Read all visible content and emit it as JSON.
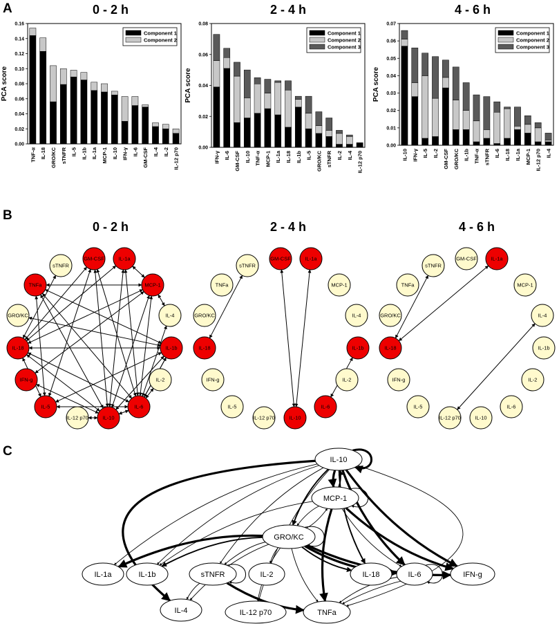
{
  "panel_labels": {
    "a": "A",
    "b": "B",
    "c": "C"
  },
  "colors": {
    "component1": "#000000",
    "component2": "#c8c8c8",
    "component3": "#5a5a5a",
    "node_active": "#ee0000",
    "node_idle": "#fffacd"
  },
  "chart_data": [
    {
      "type": "bar",
      "stacked": true,
      "title": "0 - 2 h",
      "ylabel": "PCA score",
      "ylim": [
        0,
        0.16
      ],
      "yticks": [
        "0.00",
        "0.02",
        "0.04",
        "0.06",
        "0.08",
        "0.10",
        "0.12",
        "0.14",
        "0.16"
      ],
      "legend_position": "top-right",
      "categories": [
        "TNF-α",
        "IL-18",
        "GRO/KC",
        "sTNFR",
        "IL-5",
        "IL-1b",
        "IL-1a",
        "MCP-1",
        "IL-10",
        "IFN-γ",
        "IL-6",
        "GM-CSF",
        "IL-4",
        "IL-2",
        "IL-12 p70"
      ],
      "series": [
        {
          "name": "Component 1",
          "values": [
            0.144,
            0.123,
            0.056,
            0.079,
            0.089,
            0.085,
            0.071,
            0.069,
            0.065,
            0.03,
            0.051,
            0.049,
            0.023,
            0.02,
            0.014
          ]
        },
        {
          "name": "Component 2",
          "values": [
            0.01,
            0.018,
            0.048,
            0.021,
            0.009,
            0.01,
            0.011,
            0.011,
            0.005,
            0.033,
            0.012,
            0.003,
            0.005,
            0.006,
            0.006
          ]
        }
      ]
    },
    {
      "type": "bar",
      "stacked": true,
      "title": "2 - 4 h",
      "ylabel": "PCA score",
      "ylim": [
        0,
        0.08
      ],
      "yticks": [
        "0.00",
        "0.02",
        "0.04",
        "0.06",
        "0.08"
      ],
      "legend_position": "top-right",
      "categories": [
        "IFN-γ",
        "IL-6",
        "GM-CSF",
        "IL-10",
        "TNF-α",
        "MCP-1",
        "IL-1a",
        "IL-18",
        "IL-1b",
        "IL-5",
        "GRO/KC",
        "sTNFR",
        "IL-2",
        "IL-4",
        "IL-12 p70"
      ],
      "series": [
        {
          "name": "Component 1",
          "values": [
            0.039,
            0.051,
            0.016,
            0.019,
            0.022,
            0.025,
            0.021,
            0.013,
            0.026,
            0.012,
            0.009,
            0.007,
            0.002,
            0.002,
            0.003
          ]
        },
        {
          "name": "Component 2",
          "values": [
            0.017,
            0.007,
            0.03,
            0.013,
            0.019,
            0.01,
            0.021,
            0.024,
            0.005,
            0.01,
            0.005,
            0.004,
            0.007,
            0.005,
            0.0
          ]
        },
        {
          "name": "Component 3",
          "values": [
            0.017,
            0.006,
            0.009,
            0.018,
            0.004,
            0.009,
            0.001,
            0.006,
            0.002,
            0.011,
            0.009,
            0.008,
            0.002,
            0.001,
            0.0
          ]
        }
      ]
    },
    {
      "type": "bar",
      "stacked": true,
      "title": "4 - 6 h",
      "ylabel": "PCA score",
      "ylim": [
        0,
        0.07
      ],
      "yticks": [
        "0.00",
        "0.01",
        "0.02",
        "0.03",
        "0.04",
        "0.05",
        "0.06",
        "0.07"
      ],
      "legend_position": "top-right",
      "categories": [
        "IL-10",
        "IFN-γ",
        "IL-5",
        "IL-2",
        "GM-CSF",
        "GRO/KC",
        "IL-1b",
        "TNF-α",
        "sTNFR",
        "IL-6",
        "IL-18",
        "IL-1a",
        "MCP-1",
        "IL-12 p70",
        "IL-4"
      ],
      "series": [
        {
          "name": "Component 1",
          "values": [
            0.057,
            0.028,
            0.004,
            0.005,
            0.033,
            0.009,
            0.009,
            0.002,
            0.004,
            0.001,
            0.004,
            0.009,
            0.007,
            0.002,
            0.002
          ]
        },
        {
          "name": "Component 2",
          "values": [
            0.004,
            0.008,
            0.036,
            0.022,
            0.006,
            0.017,
            0.011,
            0.012,
            0.005,
            0.018,
            0.017,
            0.002,
            0.005,
            0.008,
            0.001
          ]
        },
        {
          "name": "Component 3",
          "values": [
            0.005,
            0.02,
            0.013,
            0.024,
            0.01,
            0.019,
            0.016,
            0.015,
            0.019,
            0.006,
            0.001,
            0.011,
            0.005,
            0.003,
            0.004
          ]
        }
      ]
    }
  ],
  "networks": [
    {
      "title": "0 - 2 h",
      "nodes": [
        {
          "id": "sTNFR",
          "label": "sTNFR",
          "active": false
        },
        {
          "id": "GM-CSF",
          "label": "GM-CSF",
          "active": true
        },
        {
          "id": "IL-1a",
          "label": "IL-1a",
          "active": true
        },
        {
          "id": "TNFa",
          "label": "TNFa",
          "active": true
        },
        {
          "id": "MCP-1",
          "label": "MCP-1",
          "active": true
        },
        {
          "id": "GRO/KC",
          "label": "GRO/KC",
          "active": false
        },
        {
          "id": "IL-4",
          "label": "IL-4",
          "active": false
        },
        {
          "id": "IL-18",
          "label": "IL-18",
          "active": true
        },
        {
          "id": "IL-1b",
          "label": "IL-1b",
          "active": true
        },
        {
          "id": "IFN-g",
          "label": "IFN-g",
          "active": true
        },
        {
          "id": "IL-2",
          "label": "IL-2",
          "active": false
        },
        {
          "id": "IL-5",
          "label": "IL-5",
          "active": true
        },
        {
          "id": "IL-6",
          "label": "IL-6",
          "active": true
        },
        {
          "id": "IL-12 p70",
          "label": "IL-12 p70",
          "active": false
        },
        {
          "id": "IL-10",
          "label": "IL-10",
          "active": true
        }
      ],
      "edges": [
        [
          "TNFa",
          "MCP-1"
        ],
        [
          "TNFa",
          "IL-1b"
        ],
        [
          "TNFa",
          "IL-6"
        ],
        [
          "TNFa",
          "IL-10"
        ],
        [
          "TNFa",
          "IL-5"
        ],
        [
          "GM-CSF",
          "IL-10"
        ],
        [
          "GM-CSF",
          "IL-6"
        ],
        [
          "GM-CSF",
          "IL-18"
        ],
        [
          "GM-CSF",
          "IL-5"
        ],
        [
          "IL-1a",
          "IL-10"
        ],
        [
          "IL-1a",
          "IL-6"
        ],
        [
          "IL-1a",
          "IL-18"
        ],
        [
          "IL-1a",
          "MCP-1"
        ],
        [
          "MCP-1",
          "IL-18"
        ],
        [
          "MCP-1",
          "IL-10"
        ],
        [
          "MCP-1",
          "IL-6"
        ],
        [
          "MCP-1",
          "IL-4"
        ],
        [
          "IL-18",
          "IL-1b"
        ],
        [
          "IL-18",
          "IL-6"
        ],
        [
          "IL-18",
          "IL-10"
        ],
        [
          "IL-18",
          "IL-5"
        ],
        [
          "IL-1b",
          "IL-10"
        ],
        [
          "IL-1b",
          "IL-6"
        ],
        [
          "IL-1b",
          "IL-5"
        ],
        [
          "IL-1b",
          "GRO/KC"
        ],
        [
          "IFN-g",
          "IL-10"
        ],
        [
          "IFN-g",
          "MCP-1"
        ],
        [
          "IL-5",
          "IL-6"
        ],
        [
          "IL-4",
          "IL-6"
        ],
        [
          "IL-10",
          "IL-6"
        ],
        [
          "IL-12 p70",
          "IL-10"
        ],
        [
          "IL-2",
          "IL-6"
        ],
        [
          "sTNFR",
          "IL-18"
        ],
        [
          "IL-6",
          "IL-1b"
        ]
      ]
    },
    {
      "title": "2 - 4 h",
      "nodes": [
        {
          "id": "sTNFR",
          "label": "sTNFR",
          "active": false
        },
        {
          "id": "GM-CSF",
          "label": "GM-CSF",
          "active": true
        },
        {
          "id": "IL-1a",
          "label": "IL-1a",
          "active": true
        },
        {
          "id": "TNFa",
          "label": "TNFa",
          "active": false
        },
        {
          "id": "MCP-1",
          "label": "MCP-1",
          "active": false
        },
        {
          "id": "GRO/KC",
          "label": "GRO/KC",
          "active": false
        },
        {
          "id": "IL-4",
          "label": "IL-4",
          "active": false
        },
        {
          "id": "IL-18",
          "label": "IL-18",
          "active": true
        },
        {
          "id": "IL-1b",
          "label": "IL-1b",
          "active": true
        },
        {
          "id": "IFN-g",
          "label": "IFN-g",
          "active": false
        },
        {
          "id": "IL-2",
          "label": "IL-2",
          "active": false
        },
        {
          "id": "IL-5",
          "label": "IL-5",
          "active": false
        },
        {
          "id": "IL-6",
          "label": "IL-6",
          "active": true
        },
        {
          "id": "IL-12 p70",
          "label": "IL-12 p70",
          "active": false
        },
        {
          "id": "IL-10",
          "label": "IL-10",
          "active": true
        }
      ],
      "edges": [
        [
          "sTNFR",
          "IL-18"
        ],
        [
          "GM-CSF",
          "IL-10"
        ],
        [
          "IL-1a",
          "IL-10"
        ],
        [
          "IL-1b",
          "IL-6"
        ]
      ]
    },
    {
      "title": "4 - 6 h",
      "nodes": [
        {
          "id": "sTNFR",
          "label": "sTNFR",
          "active": false
        },
        {
          "id": "GM-CSF",
          "label": "GM-CSF",
          "active": false
        },
        {
          "id": "IL-1a",
          "label": "IL-1a",
          "active": true
        },
        {
          "id": "TNFa",
          "label": "TNFa",
          "active": false
        },
        {
          "id": "MCP-1",
          "label": "MCP-1",
          "active": false
        },
        {
          "id": "GRO/KC",
          "label": "GRO/KC",
          "active": false
        },
        {
          "id": "IL-4",
          "label": "IL-4",
          "active": false
        },
        {
          "id": "IL-18",
          "label": "IL-18",
          "active": true
        },
        {
          "id": "IL-1b",
          "label": "IL-1b",
          "active": false
        },
        {
          "id": "IFN-g",
          "label": "IFN-g",
          "active": false
        },
        {
          "id": "IL-2",
          "label": "IL-2",
          "active": false
        },
        {
          "id": "IL-5",
          "label": "IL-5",
          "active": false
        },
        {
          "id": "IL-6",
          "label": "IL-6",
          "active": false
        },
        {
          "id": "IL-12 p70",
          "label": "IL-12 p70",
          "active": false
        },
        {
          "id": "IL-10",
          "label": "IL-10",
          "active": false
        }
      ],
      "edges": [
        [
          "sTNFR",
          "IL-18"
        ],
        [
          "IL-1a",
          "IL-18"
        ],
        [
          "IL-4",
          "IL-12 p70"
        ]
      ]
    }
  ],
  "flow_network": {
    "nodes": [
      {
        "id": "IL-10",
        "label": "IL-10"
      },
      {
        "id": "MCP-1",
        "label": "MCP-1"
      },
      {
        "id": "GRO/KC",
        "label": "GRO/KC"
      },
      {
        "id": "IL-1a",
        "label": "IL-1a"
      },
      {
        "id": "IL-1b",
        "label": "IL-1b"
      },
      {
        "id": "sTNFR",
        "label": "sTNFR"
      },
      {
        "id": "IL-2",
        "label": "IL-2"
      },
      {
        "id": "IL-18",
        "label": "IL-18"
      },
      {
        "id": "IL-6",
        "label": "IL-6"
      },
      {
        "id": "IFN-g",
        "label": "IFN-g"
      },
      {
        "id": "IL-4",
        "label": "IL-4"
      },
      {
        "id": "IL-12 p70",
        "label": "IL-12 p70"
      },
      {
        "id": "TNFa",
        "label": "TNFa"
      }
    ],
    "edges": [
      {
        "from": "IL-10",
        "to": "MCP-1",
        "weight": 3
      },
      {
        "from": "MCP-1",
        "to": "IL-10",
        "weight": 2
      },
      {
        "from": "IL-10",
        "to": "GRO/KC",
        "weight": 2
      },
      {
        "from": "IL-10",
        "to": "IL-4",
        "weight": 3,
        "curve": -1
      },
      {
        "from": "IL-10",
        "to": "IL-1a",
        "weight": 1
      },
      {
        "from": "IL-10",
        "to": "IL-1b",
        "weight": 1
      },
      {
        "from": "IL-10",
        "to": "sTNFR",
        "weight": 1
      },
      {
        "from": "IL-10",
        "to": "IL-18",
        "weight": 2
      },
      {
        "from": "IL-10",
        "to": "IL-6",
        "weight": 3
      },
      {
        "from": "IL-10",
        "to": "IFN-g",
        "weight": 3
      },
      {
        "from": "IL-10",
        "to": "TNFa",
        "weight": 1,
        "curve": 1
      },
      {
        "from": "IL-10",
        "to": "IL-12 p70",
        "weight": 1
      },
      {
        "from": "MCP-1",
        "to": "GRO/KC",
        "weight": 1
      },
      {
        "from": "GRO/KC",
        "to": "MCP-1",
        "weight": 1
      },
      {
        "from": "MCP-1",
        "to": "IL-1b",
        "weight": 1
      },
      {
        "from": "MCP-1",
        "to": "IL-6",
        "weight": 1
      },
      {
        "from": "MCP-1",
        "to": "IFN-g",
        "weight": 3
      },
      {
        "from": "MCP-1",
        "to": "TNFa",
        "weight": 3
      },
      {
        "from": "GRO/KC",
        "to": "IL-1a",
        "weight": 3
      },
      {
        "from": "GRO/KC",
        "to": "IL-1b",
        "weight": 2
      },
      {
        "from": "GRO/KC",
        "to": "sTNFR",
        "weight": 1
      },
      {
        "from": "GRO/KC",
        "to": "IL-2",
        "weight": 1
      },
      {
        "from": "GRO/KC",
        "to": "IL-18",
        "weight": 2
      },
      {
        "from": "GRO/KC",
        "to": "IL-6",
        "weight": 3
      },
      {
        "from": "GRO/KC",
        "to": "IFN-g",
        "weight": 3
      },
      {
        "from": "GRO/KC",
        "to": "TNFa",
        "weight": 1
      },
      {
        "from": "GRO/KC",
        "to": "IL-4",
        "weight": 1
      },
      {
        "from": "GRO/KC",
        "to": "IL-12 p70",
        "weight": 1
      },
      {
        "from": "sTNFR",
        "to": "TNFa",
        "weight": 3
      },
      {
        "from": "sTNFR",
        "to": "IL-4",
        "weight": 1
      },
      {
        "from": "IL-6",
        "to": "TNFa",
        "weight": 1
      },
      {
        "from": "IFN-g",
        "to": "TNFa",
        "weight": 1
      }
    ],
    "self_loops": [
      "IL-10",
      "MCP-1",
      "GRO/KC",
      "sTNFR",
      "IL-6"
    ]
  }
}
